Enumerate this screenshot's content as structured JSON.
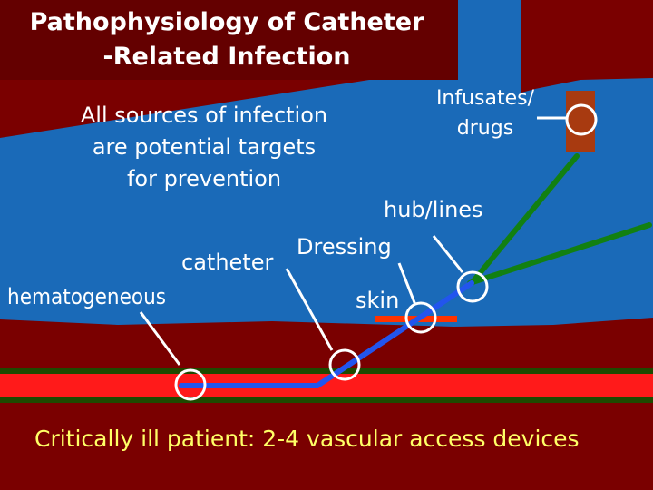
{
  "title": {
    "line1": "Pathophysiology of Catheter",
    "line2": "-Related Infection"
  },
  "intro": {
    "line1": "All sources of infection",
    "line2": "are potential targets",
    "line3": "for prevention"
  },
  "labels": {
    "infusates_line1": "Infusates/",
    "infusates_line2": "drugs",
    "hub_lines": "hub/lines",
    "dressing": "Dressing",
    "catheter": "catheter",
    "hematogeneous": "hematogeneous",
    "skin": "skin"
  },
  "footer": "Critically ill patient: 2-4 vascular access devices",
  "colors": {
    "background": "#7a0000",
    "panel": "#1a6ab8",
    "vessel": "#ff1a1a",
    "vessel_edge": "#1e4a00",
    "catheter_line": "#2255ee",
    "iv_line": "#128012",
    "infusion_bag": "#a83a10",
    "dressing_bar": "#ff3300",
    "callout": "#ffffff",
    "footer_text": "#ffff66"
  }
}
